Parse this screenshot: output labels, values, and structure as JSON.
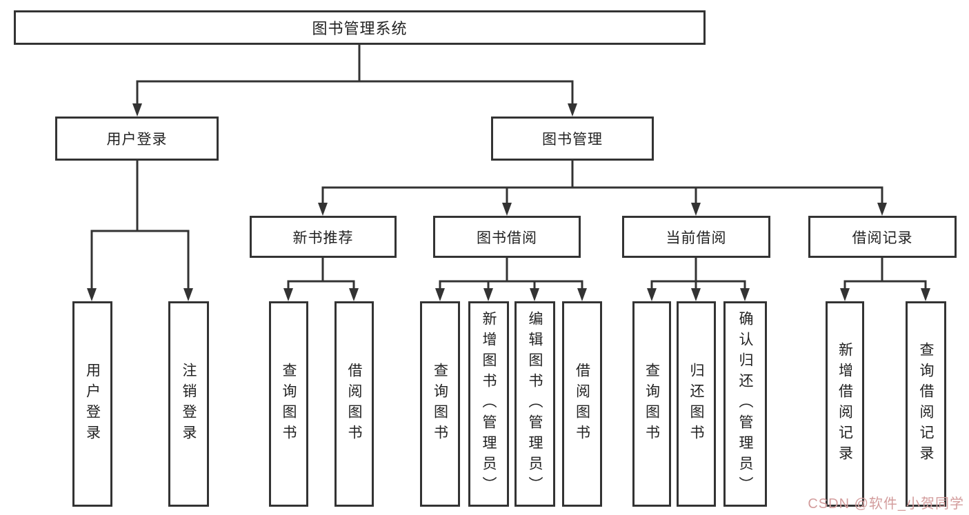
{
  "diagram": {
    "root": {
      "label": "图书管理系统"
    },
    "login": {
      "label": "用户登录",
      "children": [
        {
          "label": "用户登录"
        },
        {
          "label": "注销登录"
        }
      ]
    },
    "management": {
      "label": "图书管理",
      "sections": [
        {
          "label": "新书推荐",
          "children": [
            {
              "label": "查询图书"
            },
            {
              "label": "借阅图书"
            }
          ]
        },
        {
          "label": "图书借阅",
          "children": [
            {
              "label": "查询图书"
            },
            {
              "label": "新增图书（管理员）"
            },
            {
              "label": "编辑图书（管理员）"
            },
            {
              "label": "借阅图书"
            }
          ]
        },
        {
          "label": "当前借阅",
          "children": [
            {
              "label": "查询图书"
            },
            {
              "label": "归还图书"
            },
            {
              "label": "确认归还（管理员）"
            }
          ]
        },
        {
          "label": "借阅记录",
          "children": [
            {
              "label": "新增借阅记录"
            },
            {
              "label": "查询借阅记录"
            }
          ]
        }
      ]
    },
    "watermark": "CSDN @软件_小贺同学",
    "colors": {
      "line": "#333333",
      "text": "#222222",
      "watermark": "#d39d9d",
      "background": "#ffffff"
    }
  }
}
